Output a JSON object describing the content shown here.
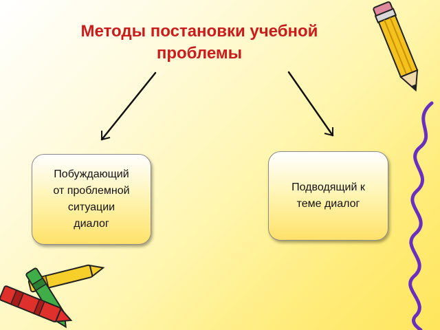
{
  "title": {
    "line1": "Методы постановки учебной",
    "line2": "проблемы"
  },
  "boxes": {
    "left": {
      "line1": "Побуждающий",
      "line2": "от проблемной",
      "line3": "ситуации",
      "line4": "диалог"
    },
    "right": {
      "line1": "Подводящий к",
      "line2": "теме диалог"
    }
  },
  "colors": {
    "title": "#cc1b1b",
    "background_start": "#ffffff",
    "background_end": "#ffe65c",
    "box_fill": "#fff5b8",
    "arrow": "#111111"
  },
  "icons": {
    "right_decoration": "pencil-icon",
    "left_decoration": "crayons-icon",
    "edge_decoration": "squiggle-line"
  }
}
